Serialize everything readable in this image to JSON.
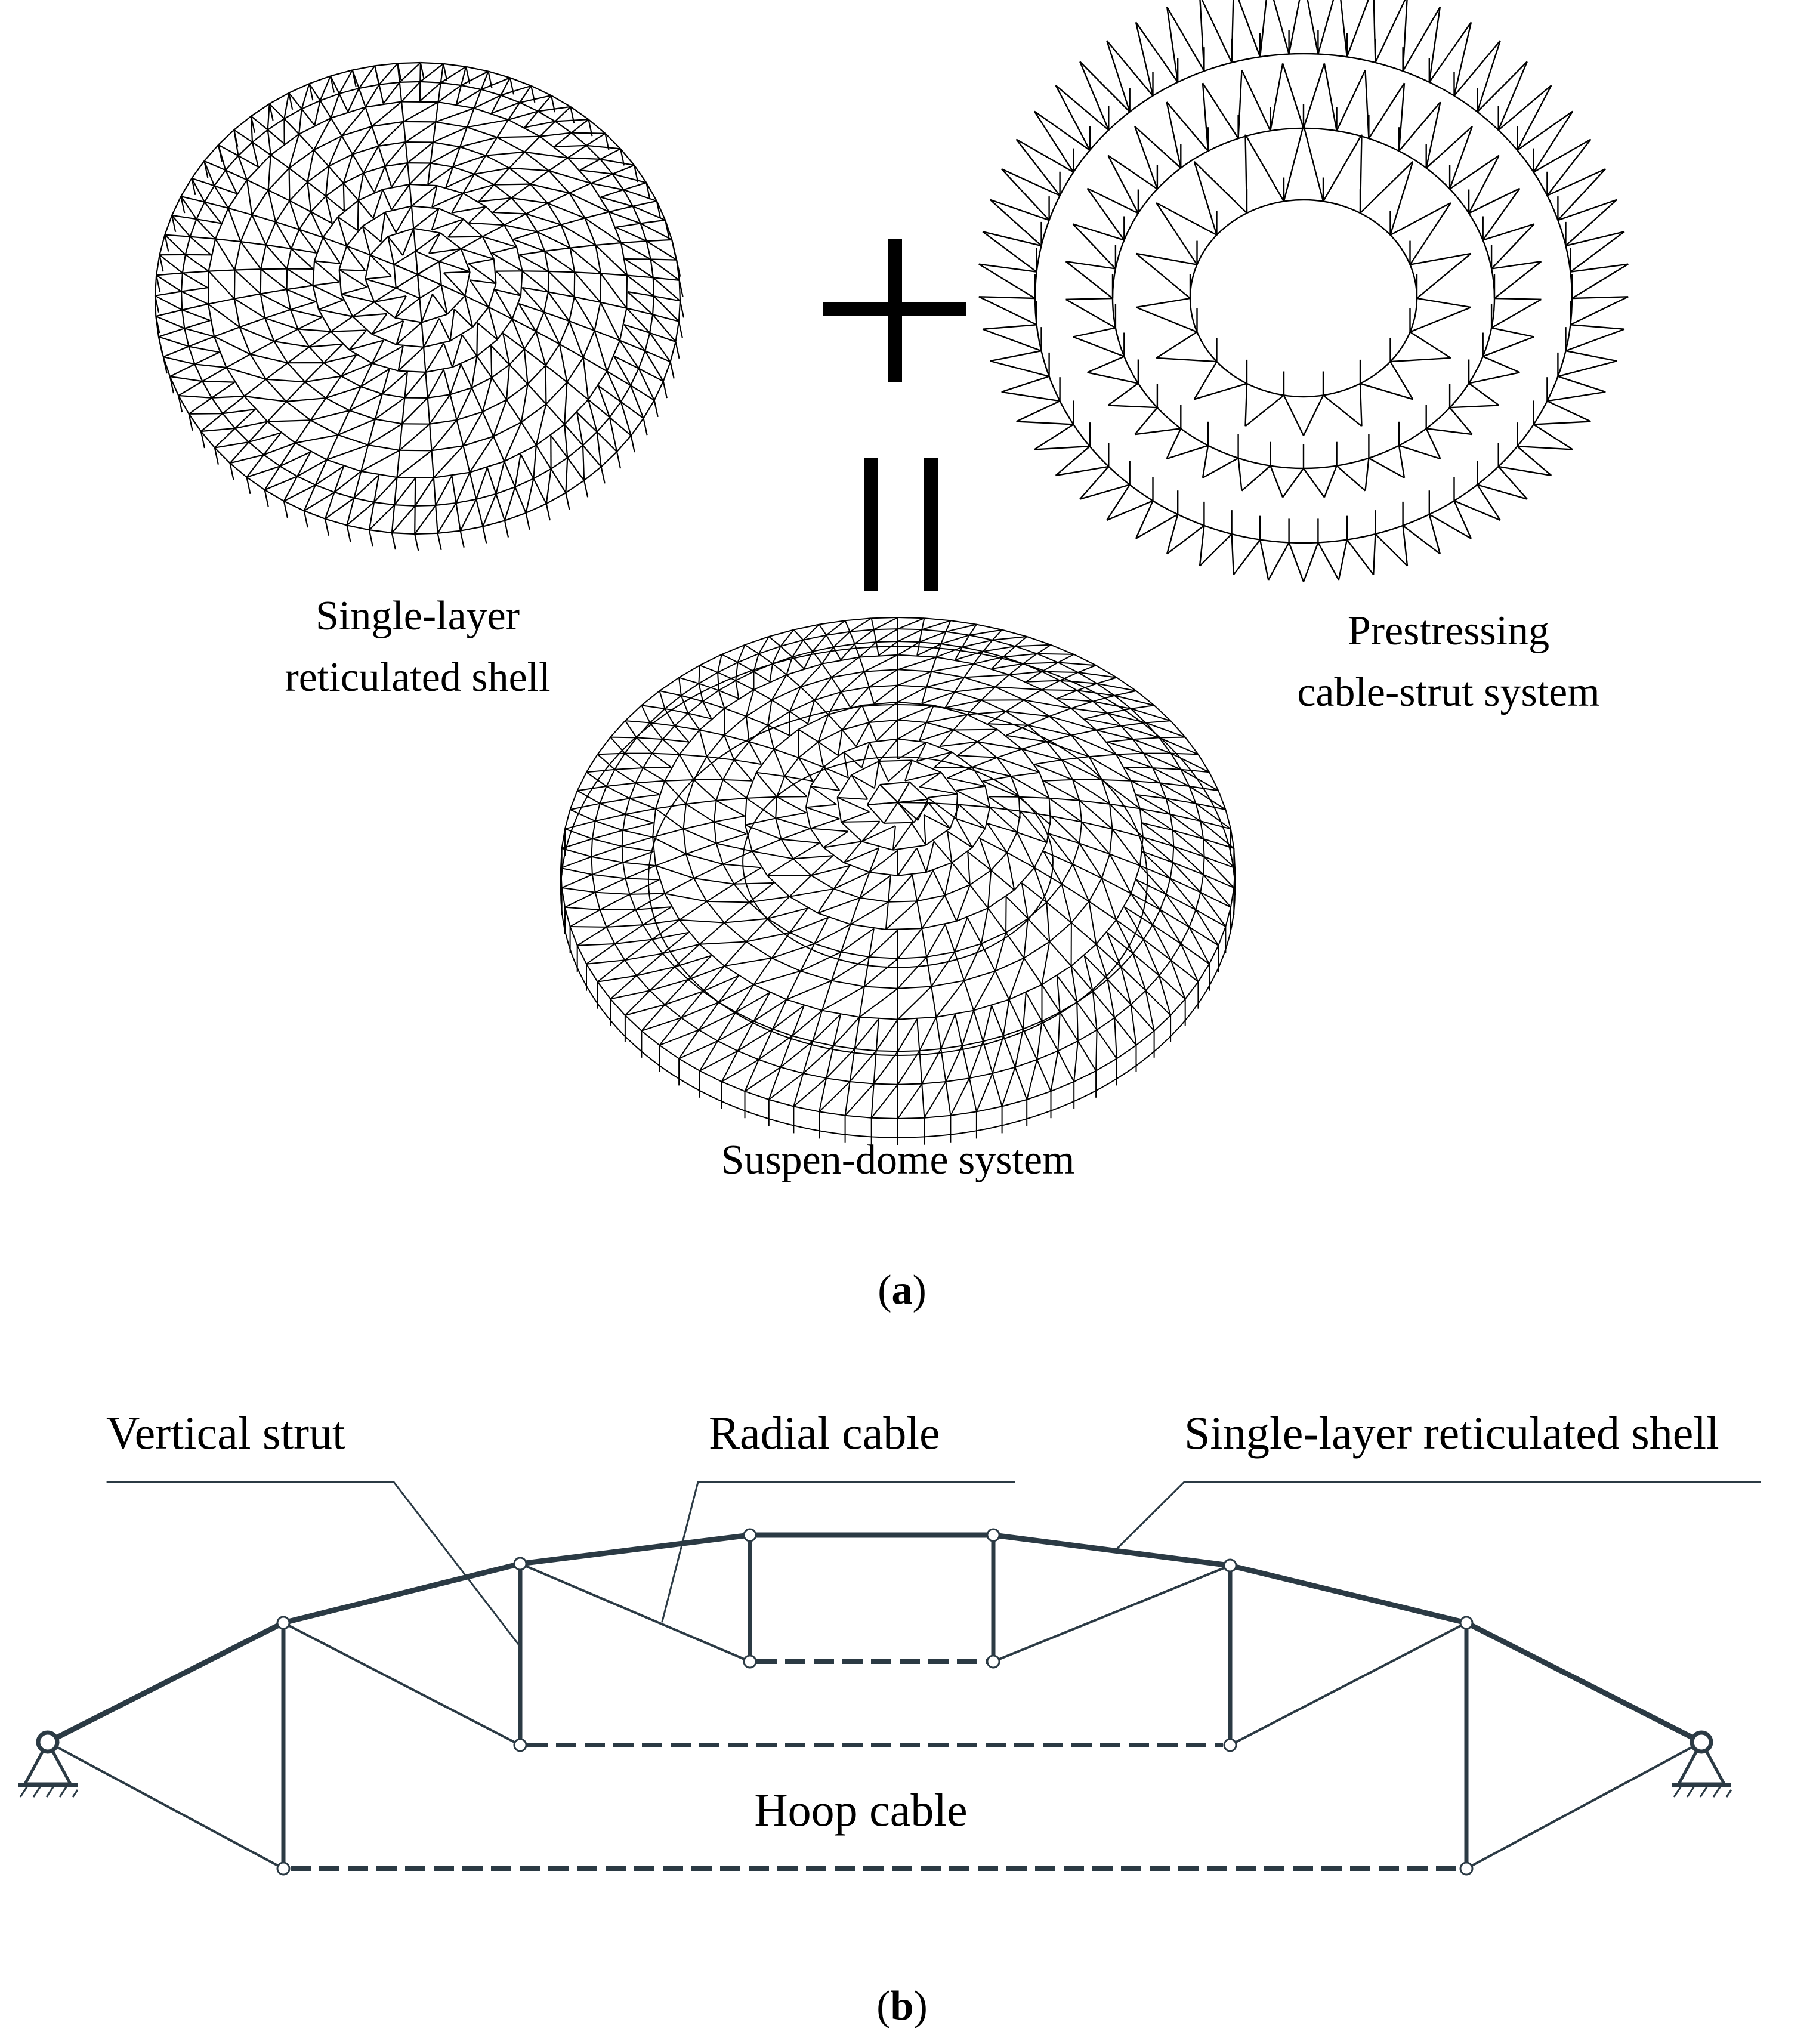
{
  "panel_a": {
    "caption_open": "(",
    "caption_letter": "a",
    "caption_close": ")",
    "plus_symbol": "+",
    "equals_symbol": "=",
    "shell_label_line1": "Single-layer",
    "shell_label_line2": "reticulated shell",
    "cable_label_line1": "Prestressing",
    "cable_label_line2": "cable-strut system",
    "suspendome_label": "Suspen-dome system"
  },
  "panel_b": {
    "caption_open": "(",
    "caption_letter": "b",
    "caption_close": ")",
    "vertical_strut_label": "Vertical strut",
    "radial_cable_label": "Radial cable",
    "shell_label": "Single-layer reticulated shell",
    "hoop_cable_label": "Hoop cable"
  },
  "colors": {
    "structure": "#2b3a44",
    "mesh": "#000000",
    "text": "#000000"
  }
}
